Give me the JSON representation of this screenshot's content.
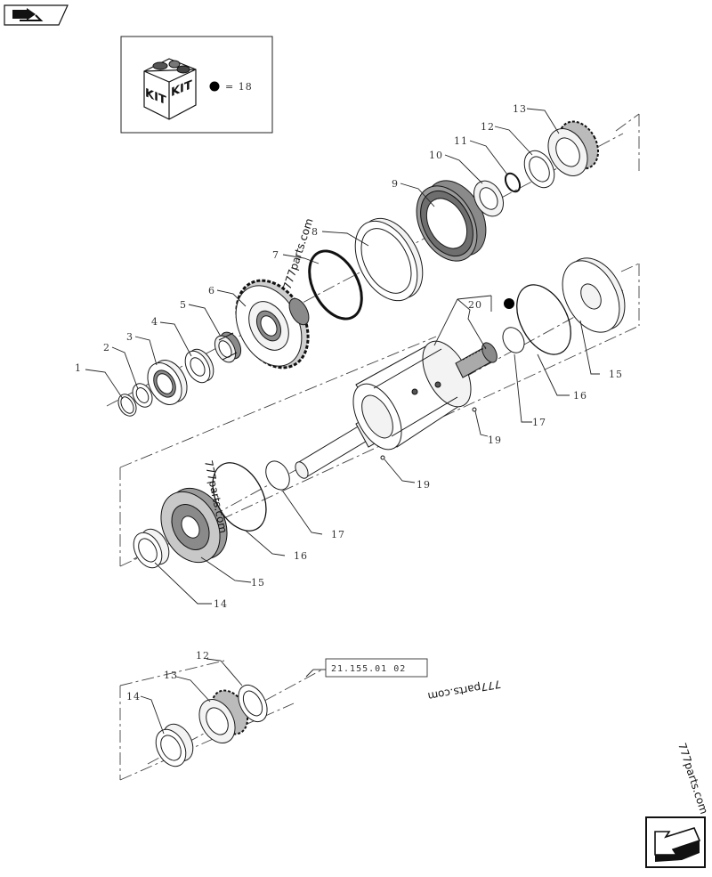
{
  "kit_box": {
    "kit_label_1": "KIT",
    "kit_label_2": "KIT",
    "legend_text": "= 18"
  },
  "reference_box": {
    "text": "21.155.01 02"
  },
  "callouts": {
    "c1": "1",
    "c2": "2",
    "c3": "3",
    "c4": "4",
    "c5": "5",
    "c6": "6",
    "c7": "7",
    "c8": "8",
    "c9": "9",
    "c10": "10",
    "c11": "11",
    "c12a": "12",
    "c13a": "13",
    "c14a": "14",
    "c15a": "15",
    "c15b": "15",
    "c16a": "16",
    "c16b": "16",
    "c17a": "17",
    "c17b": "17",
    "c19a": "19",
    "c19b": "19",
    "c20": "20",
    "c12b": "12",
    "c13b": "13",
    "c14b": "14"
  },
  "watermarks": {
    "w1": "777parts.com",
    "w2": "777parts.com",
    "w3": "777parts.com",
    "w4": "777parts.com"
  },
  "icons": {
    "top_left": "book-arrow-icon",
    "bottom_right": "next-page-arrow-icon"
  }
}
